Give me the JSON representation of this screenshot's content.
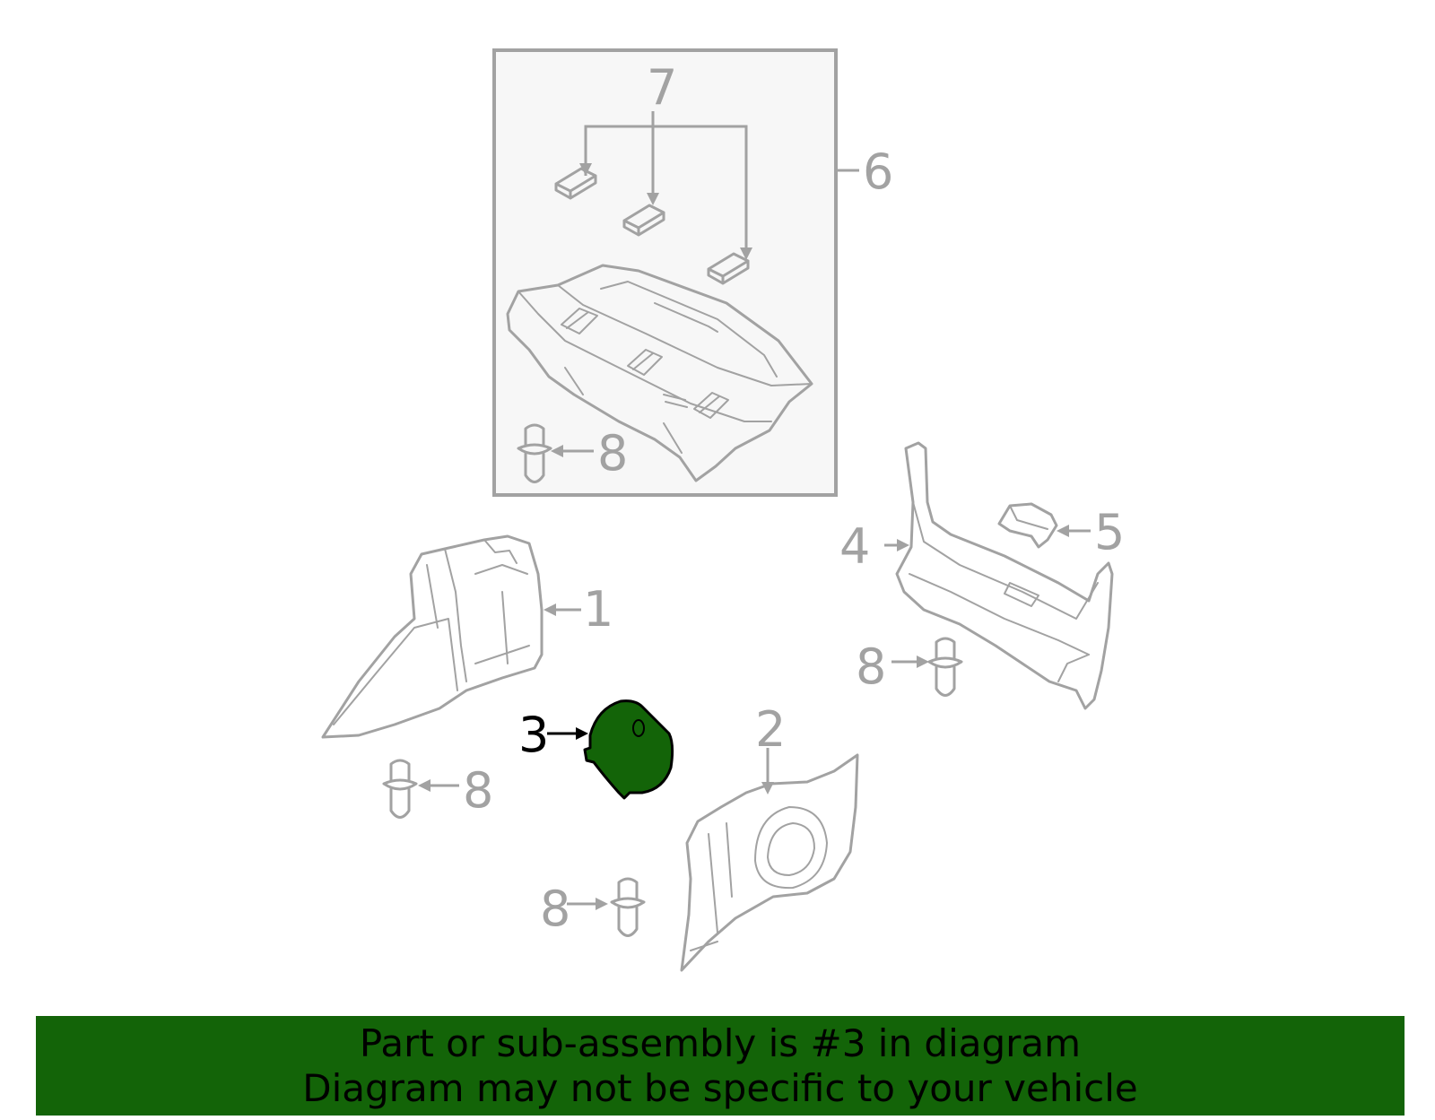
{
  "callouts": [
    {
      "id": "1",
      "text": "1"
    },
    {
      "id": "2",
      "text": "2"
    },
    {
      "id": "3",
      "text": "3"
    },
    {
      "id": "4",
      "text": "4"
    },
    {
      "id": "5",
      "text": "5"
    },
    {
      "id": "6",
      "text": "6"
    },
    {
      "id": "7",
      "text": "7"
    },
    {
      "id": "8",
      "text": "8"
    }
  ],
  "highlighted_part": "3",
  "colors": {
    "banner_bg": "#136408",
    "highlight_fill": "#136408",
    "line_gray": "#a2a2a2",
    "box_bg": "#f7f7f7"
  },
  "banner": {
    "line1": "Part or sub-assembly is #3 in diagram",
    "line2": "Diagram may not be specific to your vehicle"
  }
}
